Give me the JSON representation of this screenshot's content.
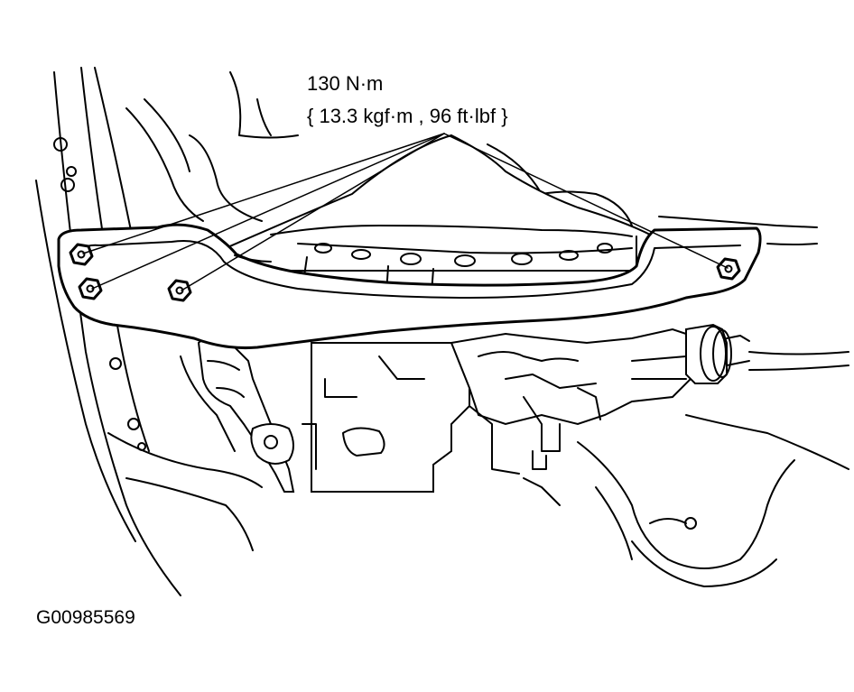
{
  "callout": {
    "torque_nm": "130 N·m",
    "torque_alt": "{ 13.3 kgf·m , 96 ft·lbf }"
  },
  "figure": {
    "id": "G00985569"
  },
  "colors": {
    "line": "#000000",
    "background": "#ffffff"
  }
}
